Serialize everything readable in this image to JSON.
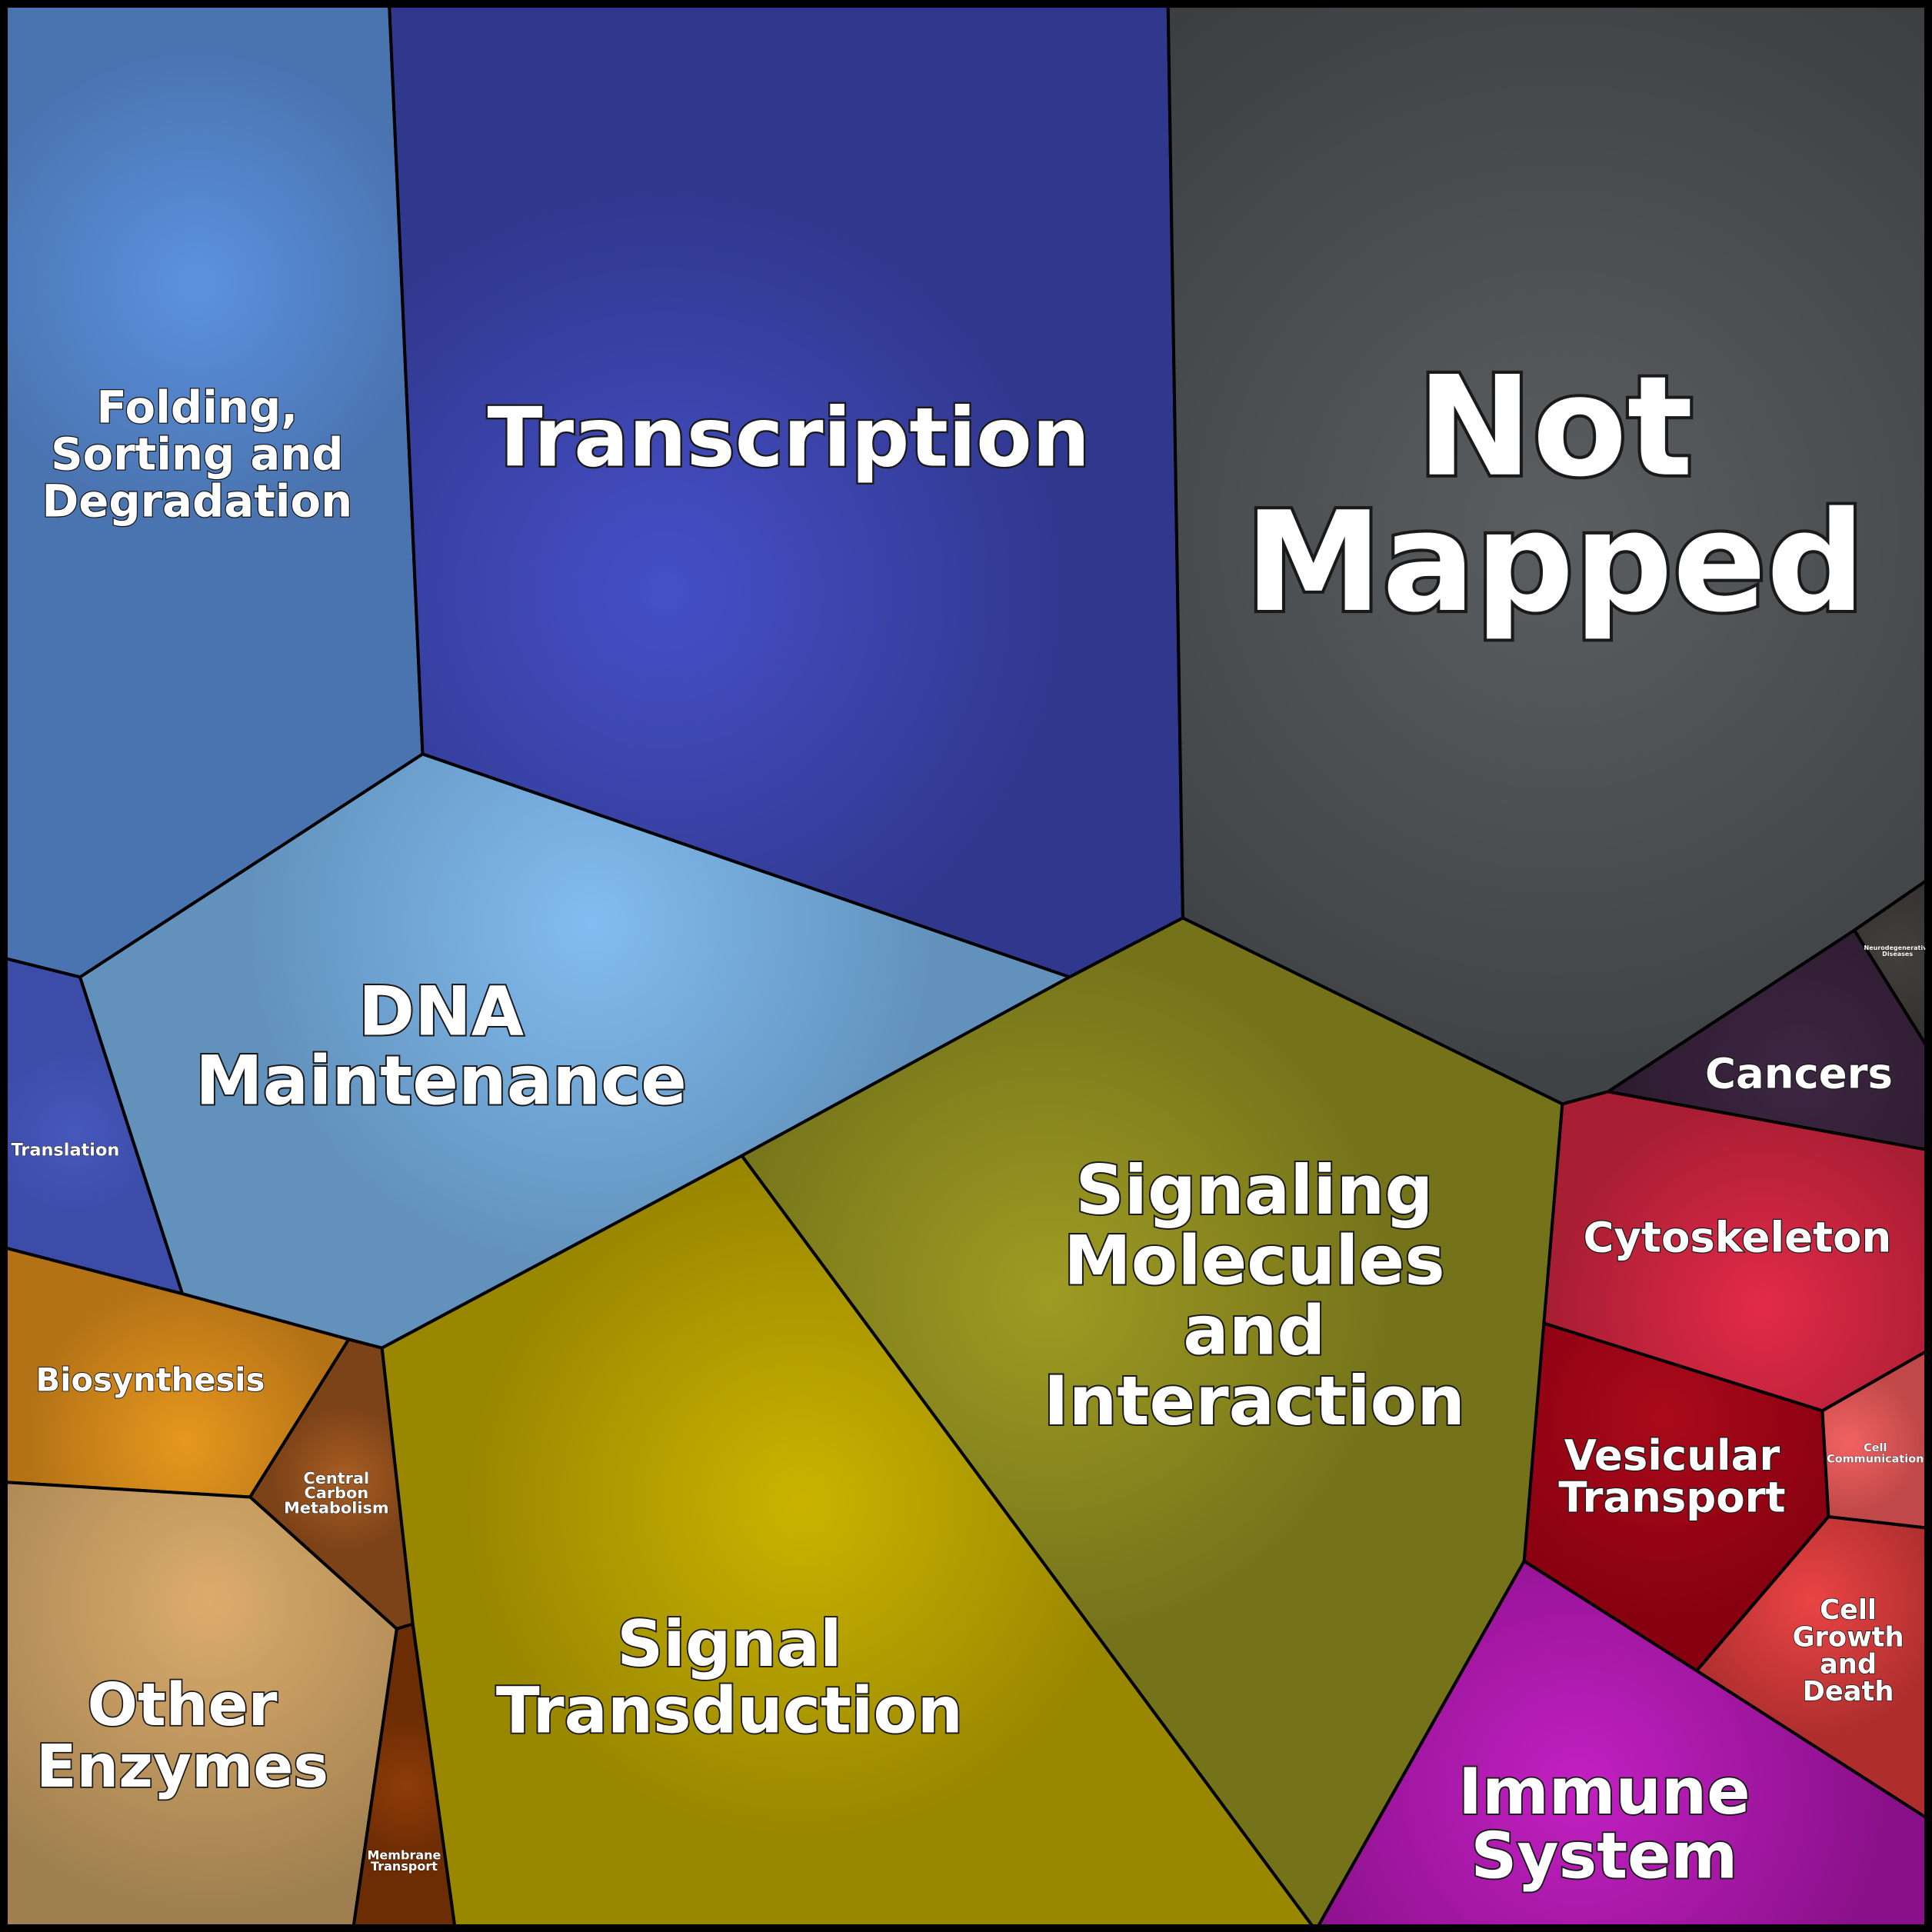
{
  "title": "Proteomap",
  "cells": {
    "folding": {
      "lines": [
        "Folding,",
        "Sorting and",
        "Degradation"
      ],
      "color": "#5b92e0",
      "edge": "#4a74b0"
    },
    "transcription": {
      "lines": [
        "Transcription"
      ],
      "color": "#4650c8",
      "edge": "#30388e"
    },
    "not_mapped": {
      "lines": [
        "Not",
        "Mapped"
      ],
      "color": "#5a5e61",
      "edge": "#3a3d40"
    },
    "neurodegenerative": {
      "lines": [
        "Neurodegenerative",
        "Diseases"
      ],
      "color": "#433f3c",
      "edge": "#35322f"
    },
    "cancers": {
      "lines": [
        "Cancers"
      ],
      "color": "#3d2642",
      "edge": "#2a1a2c"
    },
    "translation": {
      "lines": [
        "Translation"
      ],
      "color": "#4658bc",
      "edge": "#3c4ca8"
    },
    "dna_maintenance": {
      "lines": [
        "DNA",
        "Maintenance"
      ],
      "color": "#82bcf0",
      "edge": "#6292bc"
    },
    "signaling_molecules": {
      "lines": [
        "Signaling",
        "Molecules",
        "and",
        "Interaction"
      ],
      "color": "#9e9c22",
      "edge": "#74731a"
    },
    "signal_transduction": {
      "lines": [
        "Signal",
        "Transduction"
      ],
      "color": "#cab400",
      "edge": "#9a8700"
    },
    "biosynthesis": {
      "lines": [
        "Biosynthesis"
      ],
      "color": "#e6981e",
      "edge": "#b47216"
    },
    "central_carbon": {
      "lines": [
        "Central",
        "Carbon",
        "Metabolism"
      ],
      "color": "#a85e22",
      "edge": "#7c4218"
    },
    "other_enzymes": {
      "lines": [
        "Other",
        "Enzymes"
      ],
      "color": "#dcac6c",
      "edge": "#a08050"
    },
    "membrane_transport": {
      "lines": [
        "Membrane",
        "Transport"
      ],
      "color": "#8e3c08",
      "edge": "#6c2c04"
    },
    "cytoskeleton": {
      "lines": [
        "Cytoskeleton"
      ],
      "color": "#e22a4a",
      "edge": "#a81e32"
    },
    "vesicular_transport": {
      "lines": [
        "Vesicular",
        "Transport"
      ],
      "color": "#aa0a1a",
      "edge": "#860010"
    },
    "cell_communication": {
      "lines": [
        "Cell",
        "Communication"
      ],
      "color": "#f26262",
      "edge": "#c04848"
    },
    "cell_growth": {
      "lines": [
        "Cell",
        "Growth",
        "and",
        "Death"
      ],
      "color": "#ea4444",
      "edge": "#ae2e2e"
    },
    "immune_system": {
      "lines": [
        "Immune",
        "System"
      ],
      "color": "#c220c2",
      "edge": "#881088"
    }
  }
}
